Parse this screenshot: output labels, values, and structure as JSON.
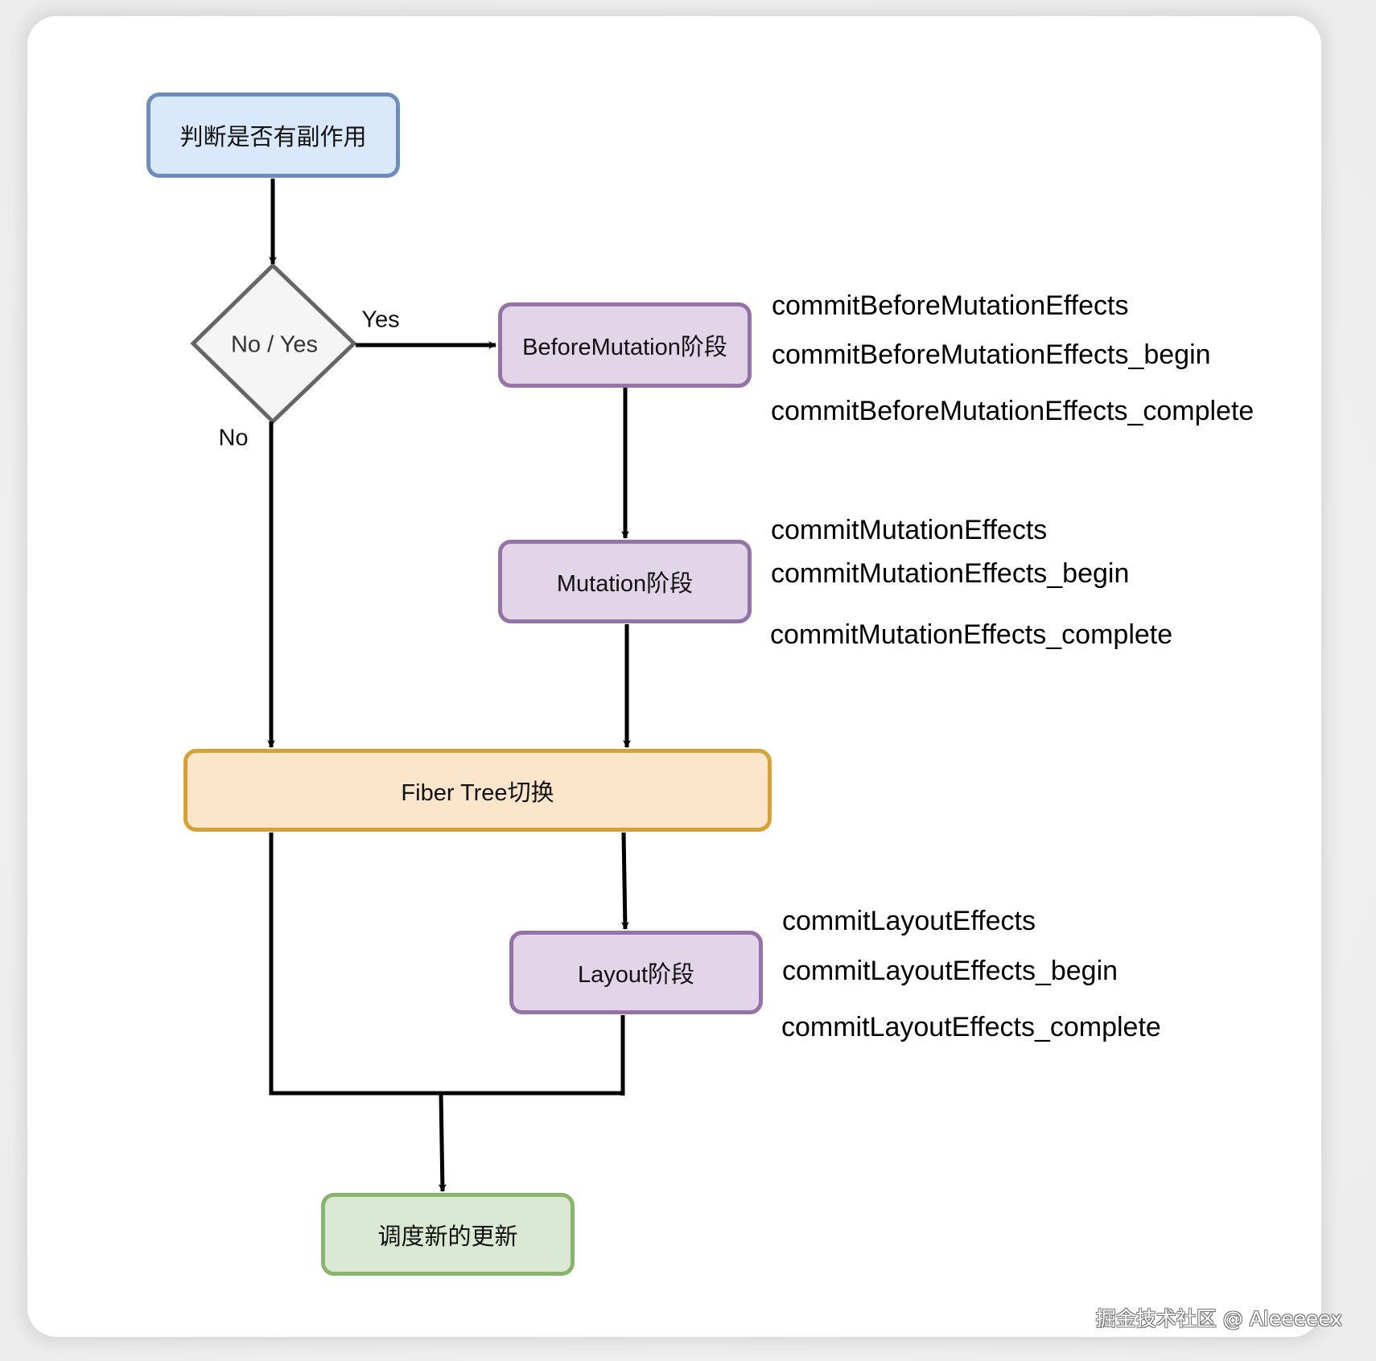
{
  "diagram": {
    "title": "React commit phase flow",
    "nodes": {
      "start": {
        "label": "判断是否有副作用"
      },
      "decision": {
        "label": "No / Yes"
      },
      "before_mutation": {
        "label": "BeforeMutation阶段"
      },
      "mutation": {
        "label": "Mutation阶段"
      },
      "fiber_switch": {
        "label": "Fiber Tree切换"
      },
      "layout": {
        "label": "Layout阶段"
      },
      "schedule": {
        "label": "调度新的更新"
      }
    },
    "edge_labels": {
      "yes": "Yes",
      "no": "No"
    },
    "annotations": {
      "before_mutation": [
        "commitBeforeMutationEffects",
        "commitBeforeMutationEffects_begin",
        "commitBeforeMutationEffects_complete"
      ],
      "mutation": [
        "commitMutationEffects",
        "commitMutationEffects_begin",
        "commitMutationEffects_complete"
      ],
      "layout": [
        "commitLayoutEffects",
        "commitLayoutEffects_begin",
        "commitLayoutEffects_complete"
      ]
    },
    "edges": [
      {
        "from": "start",
        "to": "decision"
      },
      {
        "from": "decision",
        "to": "before_mutation",
        "label": "Yes"
      },
      {
        "from": "decision",
        "to": "fiber_switch",
        "label": "No"
      },
      {
        "from": "before_mutation",
        "to": "mutation"
      },
      {
        "from": "mutation",
        "to": "fiber_switch"
      },
      {
        "from": "fiber_switch",
        "to": "layout"
      },
      {
        "from": "fiber_switch",
        "to": "schedule"
      },
      {
        "from": "layout",
        "to": "schedule"
      }
    ],
    "colors": {
      "start_fill": "#dae8fc",
      "start_stroke": "#6c8ebf",
      "decision_fill": "#f5f5f5",
      "decision_stroke": "#666666",
      "phase_fill": "#e1d5e7",
      "phase_stroke": "#9673a6",
      "switch_fill": "#fbe6cb",
      "switch_stroke": "#d6a235",
      "schedule_fill": "#dae8d4",
      "schedule_stroke": "#88b46e"
    }
  },
  "watermark": "掘金技术社区 @ Aleeeeex"
}
